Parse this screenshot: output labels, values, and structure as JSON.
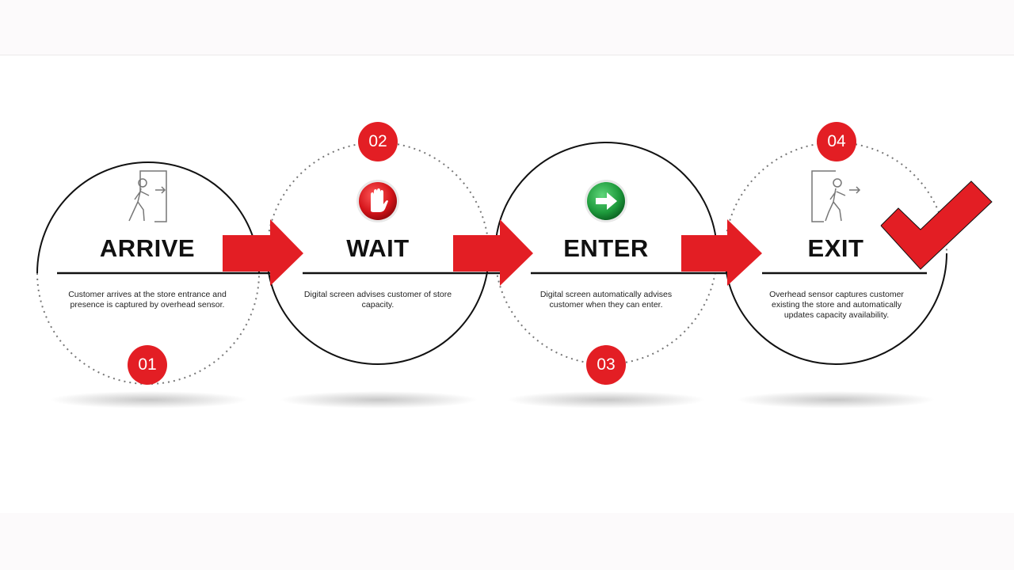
{
  "colors": {
    "accent": "#e31e24",
    "go": "#1e9a3c",
    "text": "#111111"
  },
  "steps": [
    {
      "number": "01",
      "title": "ARRIVE",
      "description": "Customer arrives at the store entrance and presence is captured by overhead sensor.",
      "icon": "person-entering-door-icon"
    },
    {
      "number": "02",
      "title": "WAIT",
      "description": "Digital screen advises customer of store capacity.",
      "icon": "stop-hand-icon"
    },
    {
      "number": "03",
      "title": "ENTER",
      "description": "Digital screen automatically advises customer when they can enter.",
      "icon": "go-arrow-icon"
    },
    {
      "number": "04",
      "title": "EXIT",
      "description": "Overhead sensor captures customer existing the store and automatically updates capacity availability.",
      "icon": "person-exiting-door-icon"
    }
  ]
}
